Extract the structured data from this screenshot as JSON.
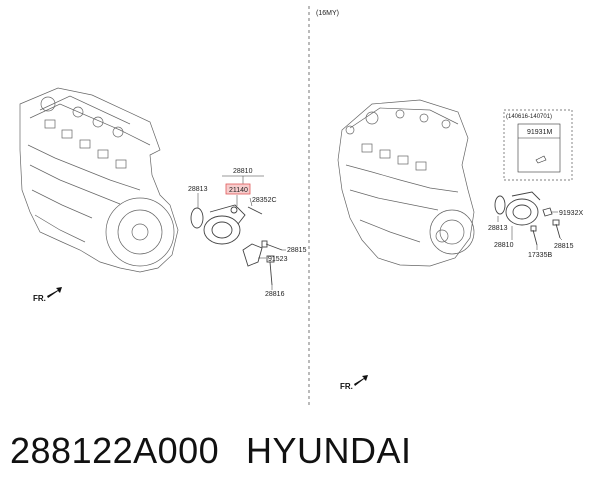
{
  "diagram": {
    "variant_label": "(16MY)",
    "left": {
      "direction_label": "FR.",
      "callouts": {
        "assembly": "28810",
        "gasket": "28813",
        "highlighted": "21140",
        "pin": "28352C",
        "bolt_right": "28815",
        "bracket": "91523",
        "bolt_bottom": "28816"
      }
    },
    "right": {
      "direction_label": "FR.",
      "inset_date": "(140616-140701)",
      "inset_part": "91931M",
      "callouts": {
        "gasket": "28813",
        "assembly": "28810",
        "clip": "91932X",
        "bolt": "28815",
        "stud": "17335B"
      }
    },
    "highlight_color": "#e05a5a"
  },
  "footer": {
    "part_number": "288122A000",
    "brand": "HYUNDAI"
  }
}
